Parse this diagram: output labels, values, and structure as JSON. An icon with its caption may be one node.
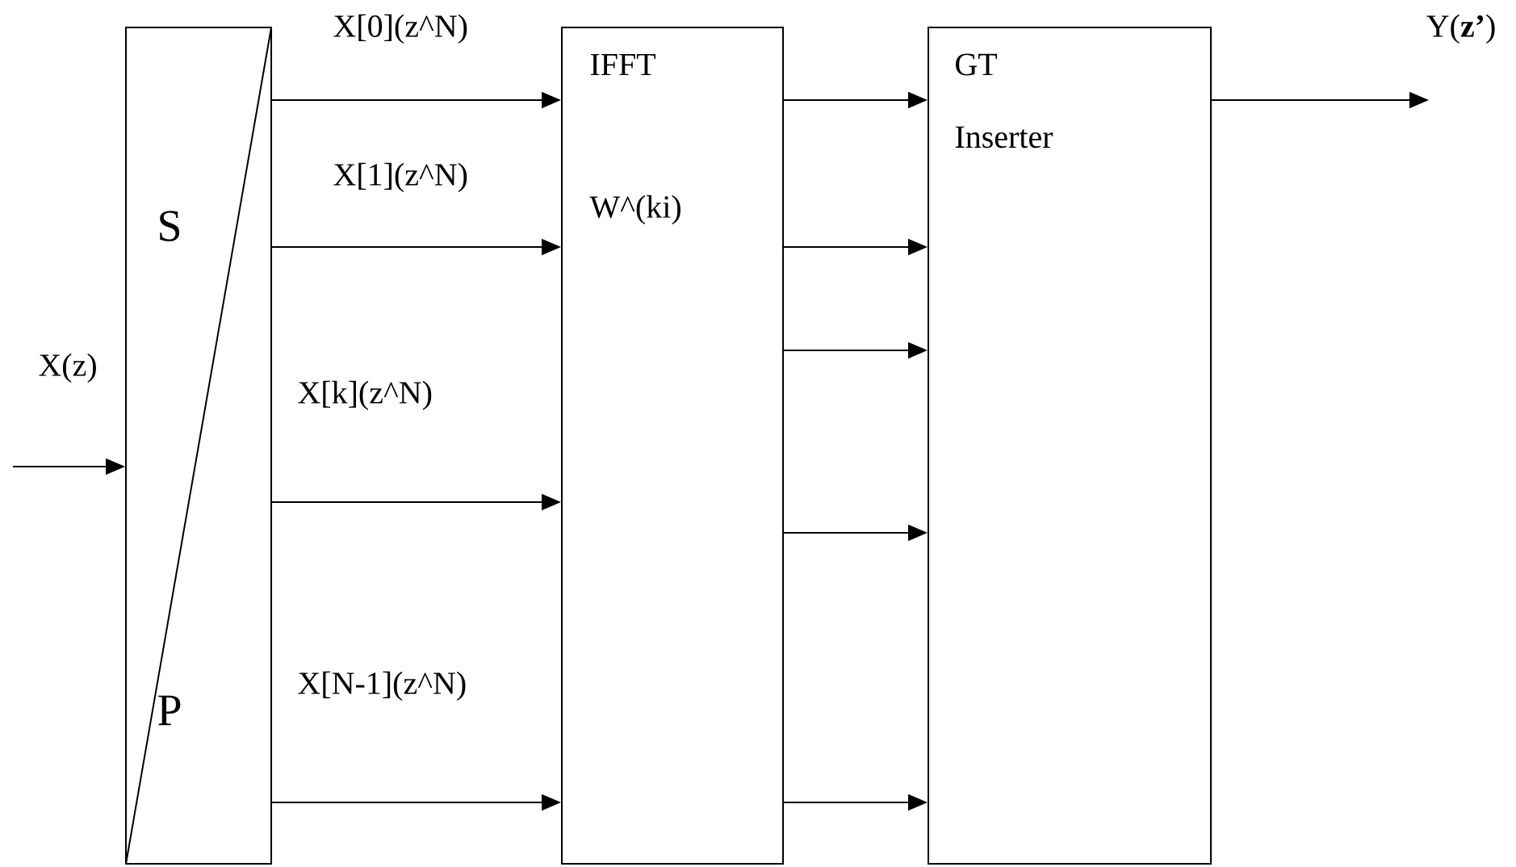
{
  "diagram": {
    "nodes": [
      {
        "text": [
          "S",
          "P"
        ]
      },
      {
        "text": [
          "IFFT",
          "W^(ki)"
        ]
      },
      {
        "text": [
          "GT",
          "Inserter"
        ]
      }
    ],
    "edges": [
      {
        "from": null,
        "to": 0,
        "arrow": "to",
        "label": "X(z)"
      },
      {
        "from": 0,
        "to": 1,
        "arrow": "to",
        "label": "X[0](z^N)"
      },
      {
        "from": 0,
        "to": 1,
        "arrow": "to",
        "label": "X[1](z^N)"
      },
      {
        "from": 0,
        "to": 1,
        "arrow": "to",
        "label": "X[k](z^N)"
      },
      {
        "from": 0,
        "to": 1,
        "arrow": "to",
        "label": "X[N-1](z^N)"
      },
      {
        "from": 1,
        "to": 2,
        "arrow": "to"
      },
      {
        "from": 1,
        "to": 2,
        "arrow": "to"
      },
      {
        "from": 1,
        "to": 2,
        "arrow": "to"
      },
      {
        "from": 1,
        "to": 2,
        "arrow": "to"
      },
      {
        "from": 1,
        "to": 2,
        "arrow": "to"
      },
      {
        "from": 2,
        "to": null,
        "arrow": "to",
        "label": "Y(**z’**)"
      }
    ]
  }
}
